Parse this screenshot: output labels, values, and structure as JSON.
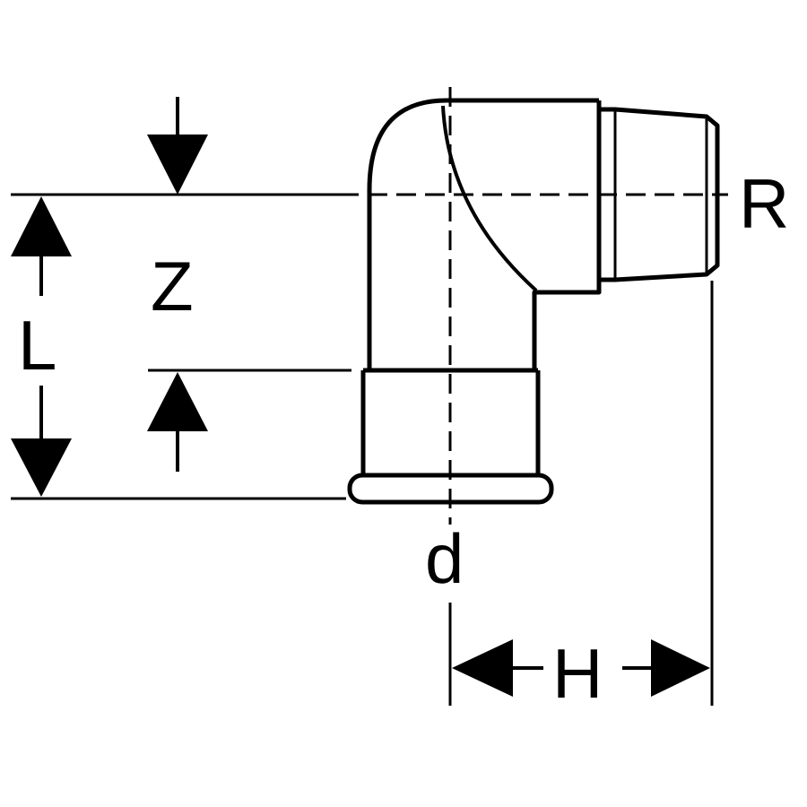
{
  "labels": {
    "z": "Z",
    "l": "L",
    "d": "d",
    "h": "H",
    "r": "R"
  },
  "colors": {
    "line": "#000000",
    "background": "#ffffff"
  }
}
